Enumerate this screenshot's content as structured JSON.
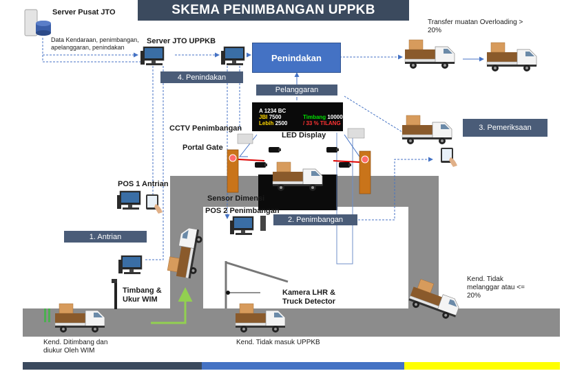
{
  "title": "SKEMA PENIMBANGAN UPPKB",
  "labels": {
    "server_pusat": "Server Pusat JTO",
    "server_note": "Data Kendaraan, penimbangan, apelanggaran, penindakan",
    "server_uppkb": "Server JTO UPPKB",
    "penindakan_box": "Penindakan",
    "pelanggaran": "Pelanggaran",
    "transfer": "Transfer muatan Overloading > 20%",
    "cctv": "CCTV Penimbangan",
    "led_display": "LED Display",
    "portal_gate": "Portal Gate",
    "pos1": "POS 1 Antrian",
    "sensor": "Sensor Dimensi",
    "pos2": "POS 2 Penimbangan",
    "timbang": "Timbang & Ukur WIM",
    "kamera": "Kamera LHR & Truck Detector",
    "kend_wim": "Kend. Ditimbang dan diukur Oleh WIM",
    "kend_tidak_masuk": "Kend. Tidak masuk UPPKB",
    "kend_tidak_langgar": "Kend. Tidak melanggar atau <= 20%"
  },
  "steps": {
    "s1": "1. Antrian",
    "s2": "2. Penimbangan",
    "s3": "3. Pemeriksaan",
    "s4": "4. Penindakan"
  },
  "led": {
    "plate": "A 1234 BC",
    "jbi_label": "JBI",
    "jbi_value": "7500",
    "timbang_label": "Timbang",
    "timbang_value": "10000",
    "lebih_label": "Lebih",
    "lebih_value": "2500",
    "status": "/ 33 % TILANG"
  },
  "colors": {
    "title_bg": "#3b4a5e",
    "step_bg": "#4a5c78",
    "penindakan_bg": "#4472c4",
    "road": "#8c8c8c",
    "arrow": "#4472c4",
    "green_arrow": "#92d050",
    "footer": [
      "#3b4a5e",
      "#4472c4",
      "#ffff00"
    ]
  }
}
